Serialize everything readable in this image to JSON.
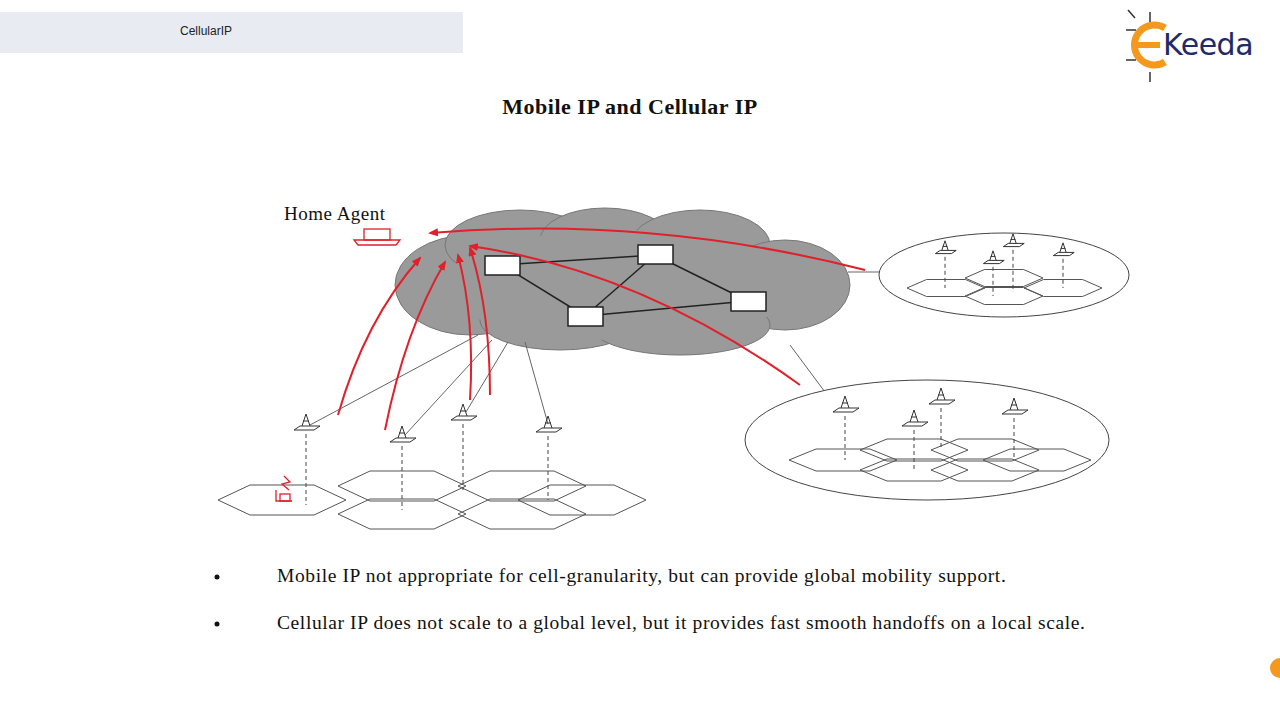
{
  "diagram": {
    "title": "Mobile IP and Cellular IP",
    "nodes": [
      {
        "text": [
          "Home Agent"
        ]
      }
    ],
    "labels": [
      "CellularIP",
      "Keeda",
      "Mobile IP not appropriate for cell-granularity, but can provide global mobility support.",
      "Cellular IP does not scale to a global level, but it provides fast smooth handoffs on a local scale."
    ]
  }
}
